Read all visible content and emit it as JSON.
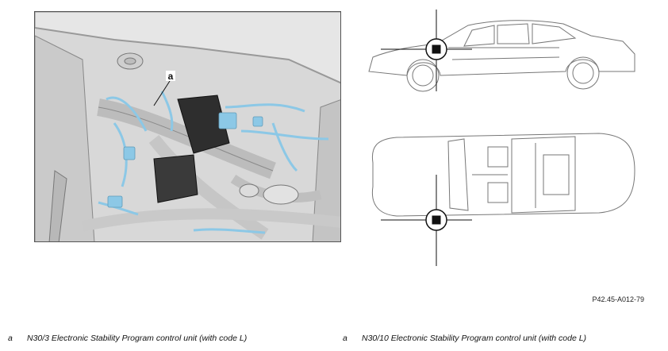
{
  "callout_label": "a",
  "figure_reference": "P42.45-A012-79",
  "legend": [
    {
      "key": "a",
      "text": "N30/3 Electronic Stability Program control unit (with code L)"
    },
    {
      "key": "a",
      "text": "N30/10 Electronic Stability Program control unit (with code L)"
    }
  ],
  "colors": {
    "highlight": "#8cc8e6",
    "line": "#6f6f6f",
    "marker": "#111111"
  }
}
